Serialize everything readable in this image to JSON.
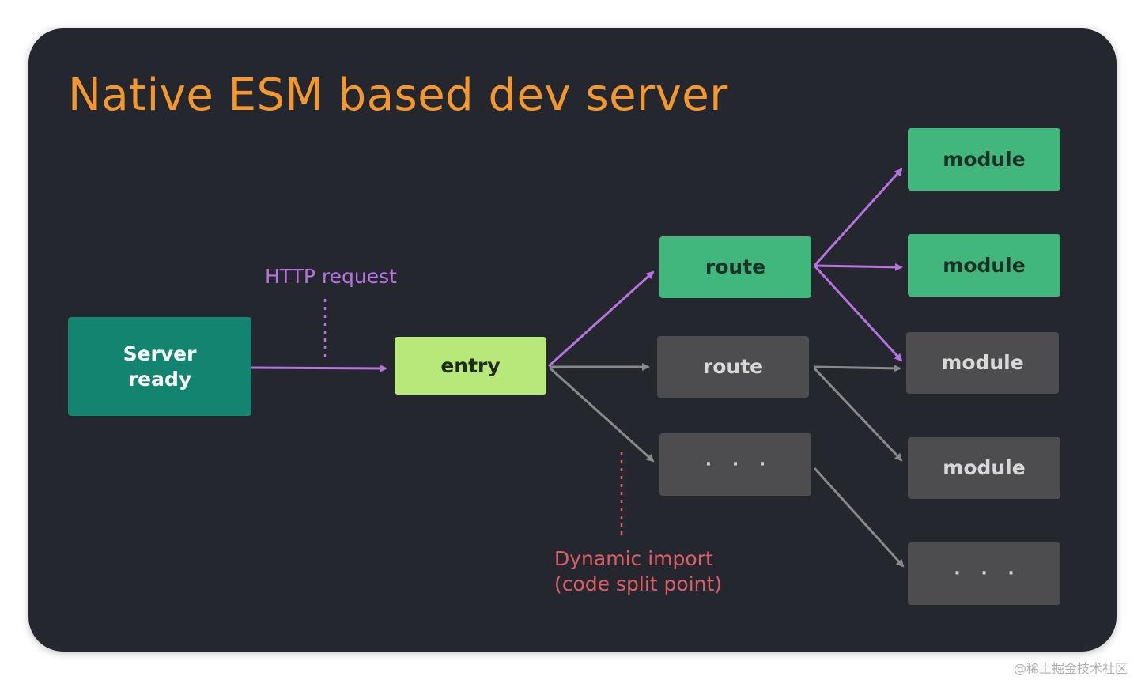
{
  "diagram": {
    "title": "Native ESM based dev server",
    "server_node": {
      "label_line1": "Server",
      "label_line2": "ready"
    },
    "entry_node": {
      "label": "entry"
    },
    "route_nodes": [
      {
        "label": "route",
        "state": "loaded"
      },
      {
        "label": "route",
        "state": "not-loaded"
      },
      {
        "label": "· · ·",
        "state": "not-loaded"
      }
    ],
    "module_nodes": [
      {
        "label": "module",
        "state": "loaded"
      },
      {
        "label": "module",
        "state": "loaded"
      },
      {
        "label": "module",
        "state": "not-loaded"
      },
      {
        "label": "module",
        "state": "not-loaded"
      },
      {
        "label": "· · ·",
        "state": "not-loaded"
      }
    ],
    "annotations": {
      "http_request": "HTTP request",
      "dynamic_import_line1": "Dynamic import",
      "dynamic_import_line2": "(code split point)"
    },
    "colors": {
      "background": "#25272f",
      "title": "#f4982e",
      "server": "#13846f",
      "entry": "#b7e879",
      "loaded": "#42b77d",
      "not_loaded": "#4d4d4f",
      "active_arrow": "#b773e0",
      "inactive_arrow": "#8a8a8c",
      "dynamic_import": "#de5e67"
    }
  },
  "watermark": "@稀土掘金技术社区"
}
